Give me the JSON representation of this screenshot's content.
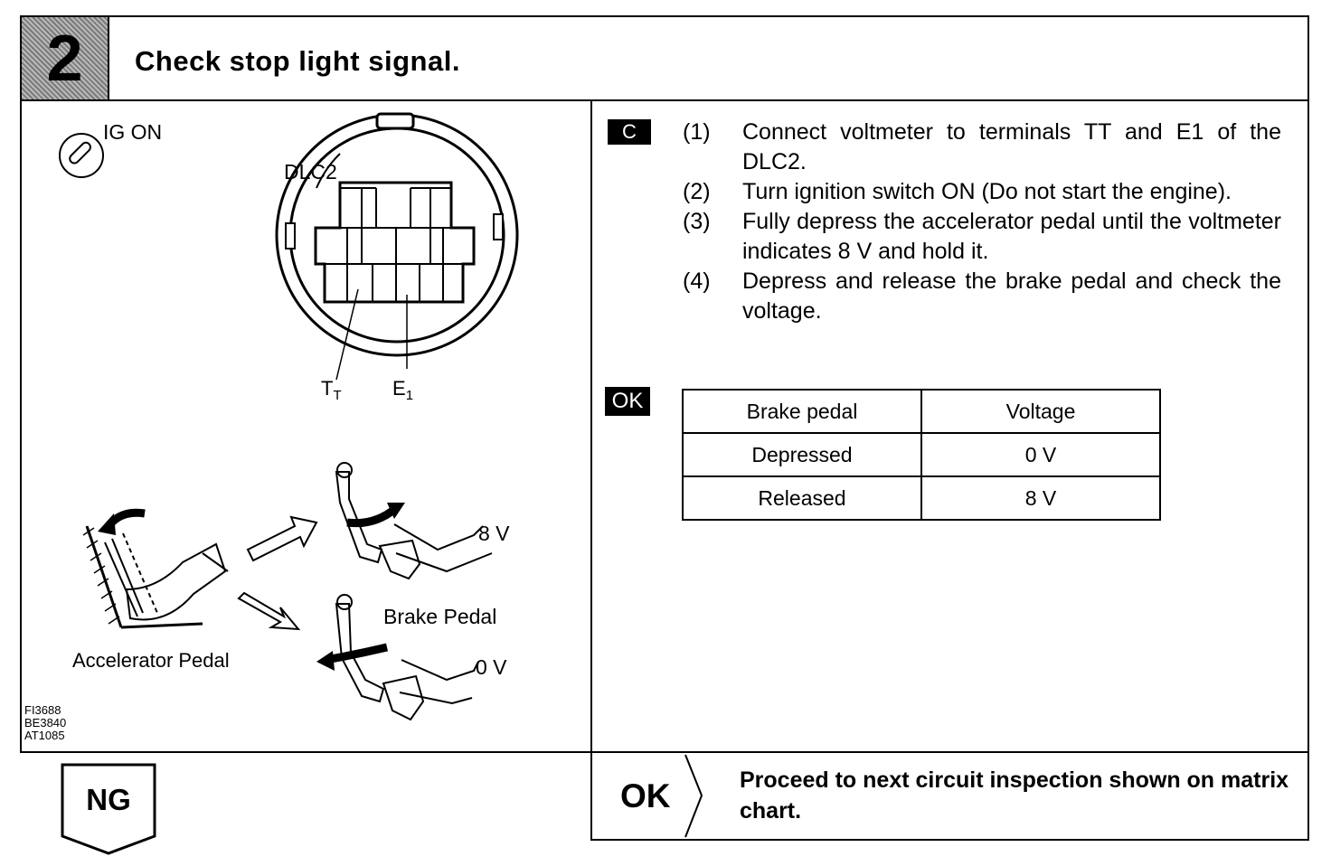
{
  "header": {
    "step_number": "2",
    "title": "Check stop light signal."
  },
  "illustration": {
    "ig_label": "IG ON",
    "connector_label": "DLC2",
    "terminal_tt": "T",
    "terminal_tt_sub": "T",
    "terminal_e1": "E",
    "terminal_e1_sub": "1",
    "accelerator_label": "Accelerator Pedal",
    "brake_label": "Brake Pedal",
    "voltage_high": "8 V",
    "voltage_low": "0 V",
    "codes": [
      "FI3688",
      "BE3840",
      "AT1085"
    ]
  },
  "procedure": {
    "badge": "C",
    "steps": [
      {
        "index": "(1)",
        "text": "Connect voltmeter to terminals TT and E1 of the DLC2."
      },
      {
        "index": "(2)",
        "text": "Turn ignition switch ON (Do not start the engine)."
      },
      {
        "index": "(3)",
        "text": "Fully depress the accelerator pedal until the voltmeter indicates 8 V and hold it."
      },
      {
        "index": "(4)",
        "text": "Depress and release the brake pedal and check the voltage."
      }
    ]
  },
  "spec": {
    "badge": "OK",
    "headers": [
      "Brake pedal",
      "Voltage"
    ],
    "rows": [
      [
        "Depressed",
        "0 V"
      ],
      [
        "Released",
        "8 V"
      ]
    ]
  },
  "result": {
    "ng_label": "NG",
    "ok_label": "OK",
    "ok_text": "Proceed to next circuit inspection shown on matrix chart."
  }
}
